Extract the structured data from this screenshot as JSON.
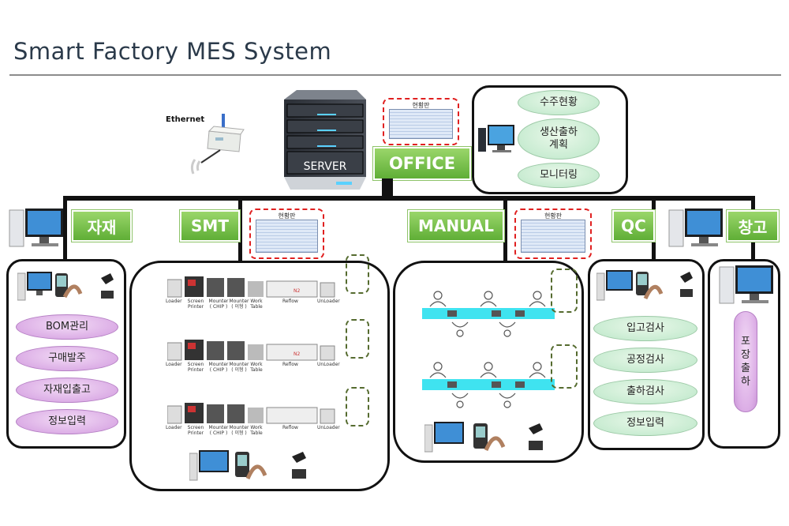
{
  "title": "Smart Factory MES System",
  "ethernet_label": "Ethernet",
  "server_label": "SERVER",
  "screen_label": "현황판",
  "office": {
    "tag": "OFFICE",
    "items": [
      "수주현황",
      "생산출하\n계획",
      "모니터링"
    ]
  },
  "material": {
    "tag": "자재",
    "items": [
      "BOM관리",
      "구매발주",
      "자재입출고",
      "정보입력"
    ]
  },
  "smt": {
    "tag": "SMT",
    "machine_labels": [
      "Loader",
      "Screen\nPrinter",
      "Mounter\n( CHIP )",
      "Mounter\n( 이형 )",
      "Work\nTable",
      "Reflow",
      "UnLoader"
    ],
    "reflow_mark": "N2"
  },
  "manual": {
    "tag": "MANUAL"
  },
  "qc": {
    "tag": "QC",
    "items": [
      "입고검사",
      "공정검사",
      "출하검사",
      "정보입력"
    ]
  },
  "warehouse": {
    "tag": "창고",
    "items": [
      "포\n장\n출\n하"
    ]
  },
  "colors": {
    "tag_green": "#6dbb45",
    "pill_green": "#c9ecd2",
    "pill_purple": "#dcaee6",
    "screen_border": "#e02020",
    "conveyor": "#3fe3f0"
  }
}
